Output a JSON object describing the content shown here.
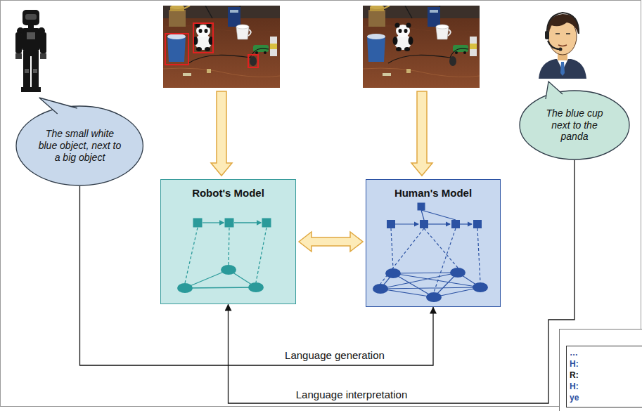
{
  "diagram": {
    "nodes": [
      {
        "text": [
          "The small white blue object, next to a big object"
        ]
      },
      {
        "text": [
          "The blue cup next to the panda"
        ]
      },
      {
        "text": [
          "Robot's Model"
        ]
      },
      {
        "text": [
          "Human's Model"
        ]
      }
    ],
    "edges": [
      {
        "from": 2,
        "to": 3,
        "arrow": "both"
      },
      {
        "from": 0,
        "to": 3,
        "label": "Language generation",
        "arrow": "to"
      },
      {
        "from": 1,
        "to": 2,
        "label": "Language interpretation",
        "arrow": "to"
      }
    ],
    "labels": [
      "…",
      "H:",
      "R:",
      "H:",
      "ye"
    ]
  }
}
